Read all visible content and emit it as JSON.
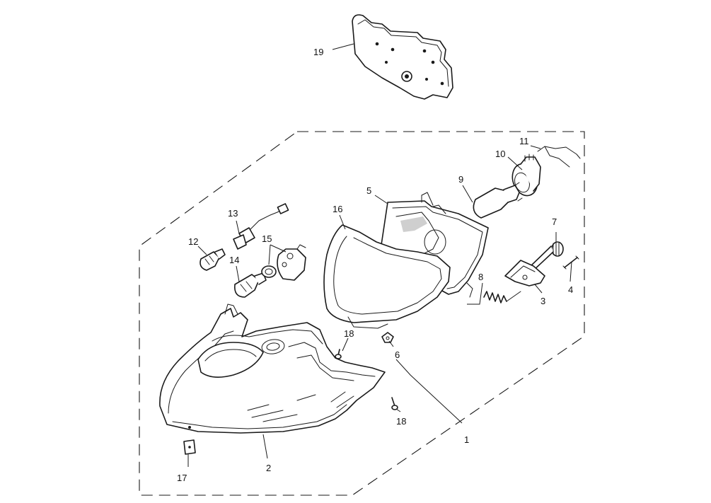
{
  "diagram": {
    "callouts": [
      {
        "id": "c1",
        "text": "1"
      },
      {
        "id": "c2",
        "text": "2"
      },
      {
        "id": "c3",
        "text": "3"
      },
      {
        "id": "c4",
        "text": "4"
      },
      {
        "id": "c5",
        "text": "5"
      },
      {
        "id": "c6",
        "text": "6"
      },
      {
        "id": "c7",
        "text": "7"
      },
      {
        "id": "c8",
        "text": "8"
      },
      {
        "id": "c9",
        "text": "9"
      },
      {
        "id": "c10",
        "text": "10"
      },
      {
        "id": "c11",
        "text": "11"
      },
      {
        "id": "c12",
        "text": "12"
      },
      {
        "id": "c13",
        "text": "13"
      },
      {
        "id": "c14",
        "text": "14"
      },
      {
        "id": "c15",
        "text": "15"
      },
      {
        "id": "c16",
        "text": "16"
      },
      {
        "id": "c17",
        "text": "17"
      },
      {
        "id": "c18a",
        "text": "18"
      },
      {
        "id": "c18b",
        "text": "18"
      },
      {
        "id": "c19",
        "text": "19"
      }
    ]
  },
  "colors": {
    "line": "#1a1a1a",
    "background": "#ffffff"
  }
}
